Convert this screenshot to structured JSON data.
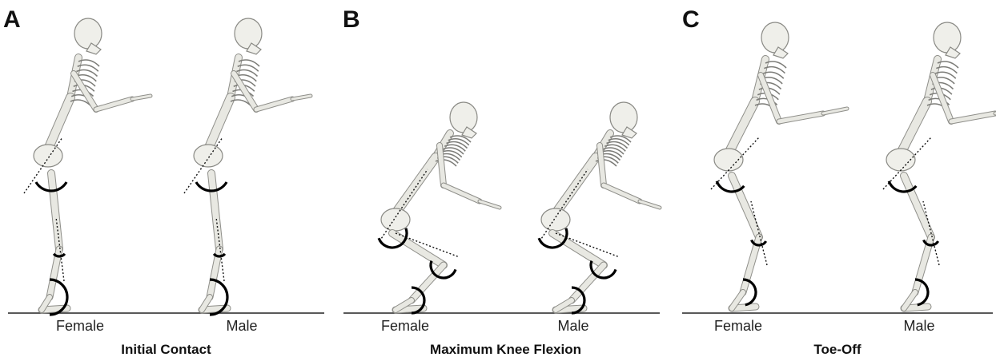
{
  "panels": [
    {
      "letter": "A",
      "phase": "Initial Contact",
      "subjects": [
        "Female",
        "Male"
      ]
    },
    {
      "letter": "B",
      "phase": "Maximum Knee Flexion",
      "subjects": [
        "Female",
        "Male"
      ]
    },
    {
      "letter": "C",
      "phase": "Toe-Off",
      "subjects": [
        "Female",
        "Male"
      ]
    }
  ]
}
